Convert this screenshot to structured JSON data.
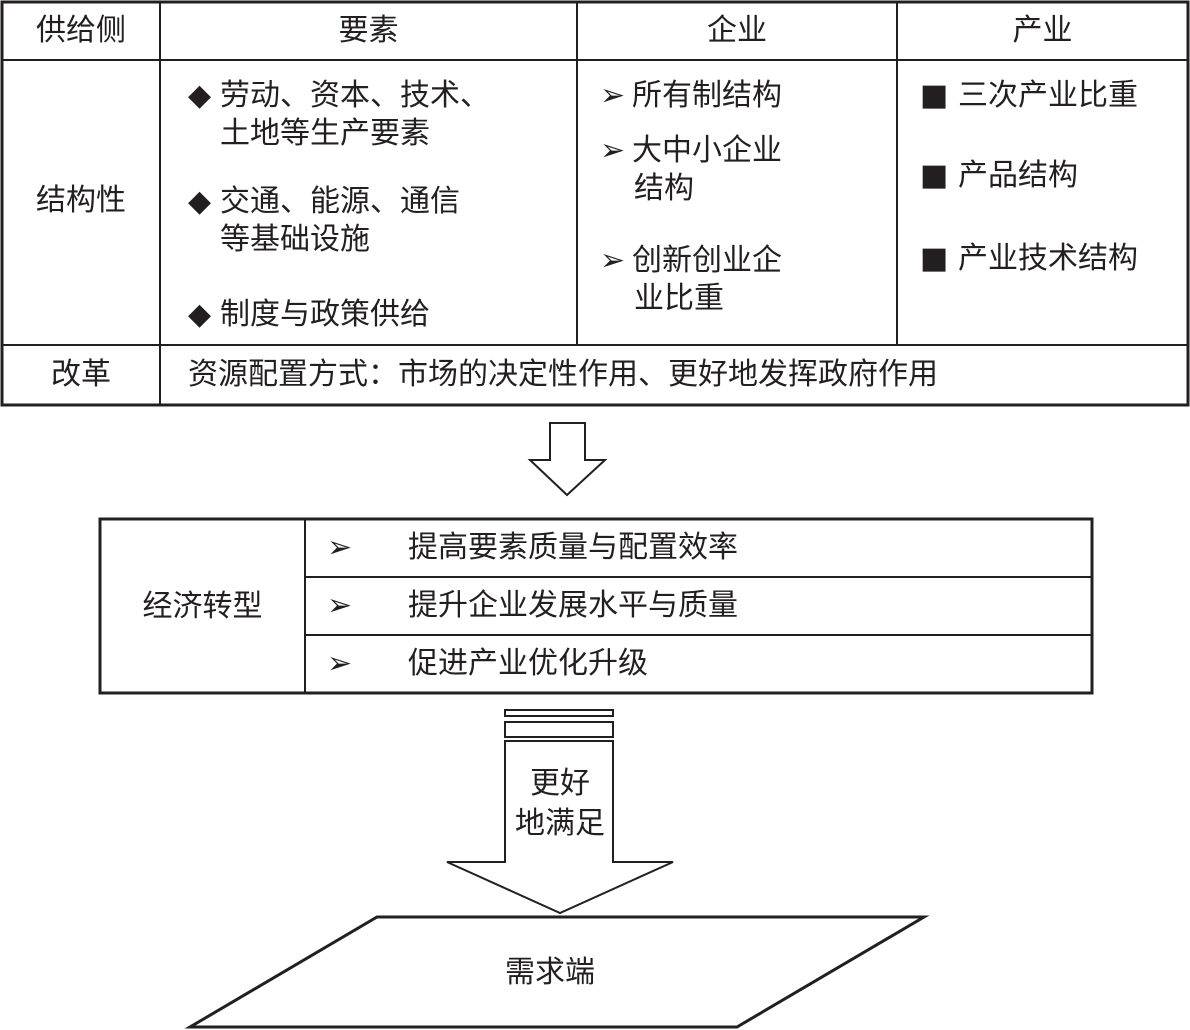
{
  "table": {
    "headers": [
      "供给侧",
      "要素",
      "企业",
      "产业"
    ],
    "row_label": "结构性",
    "factors": [
      {
        "marker": "◆",
        "lines": [
          "劳动、资本、技术、",
          "土地等生产要素"
        ]
      },
      {
        "marker": "◆",
        "lines": [
          "交通、能源、通信",
          "等基础设施"
        ]
      },
      {
        "marker": "◆",
        "lines": [
          "制度与政策供给"
        ]
      }
    ],
    "enterprise": [
      {
        "marker": "➢",
        "lines": [
          "所有制结构"
        ]
      },
      {
        "marker": "➢",
        "lines": [
          "大中小企业",
          "结构"
        ]
      },
      {
        "marker": "➢",
        "lines": [
          "创新创业企",
          "业比重"
        ]
      }
    ],
    "industry": [
      {
        "marker": "■",
        "lines": [
          "三次产业比重"
        ]
      },
      {
        "marker": "■",
        "lines": [
          "产品结构"
        ]
      },
      {
        "marker": "■",
        "lines": [
          "产业技术结构"
        ]
      }
    ],
    "reform_label": "改革",
    "reform_text": "资源配置方式：市场的决定性作用、更好地发挥政府作用"
  },
  "transform": {
    "label": "经济转型",
    "marker": "➢",
    "items": [
      "提高要素质量与配置效率",
      "提升企业发展水平与质量",
      "促进产业优化升级"
    ]
  },
  "arrow_label": [
    "更好",
    "地满足"
  ],
  "demand": "需求端"
}
